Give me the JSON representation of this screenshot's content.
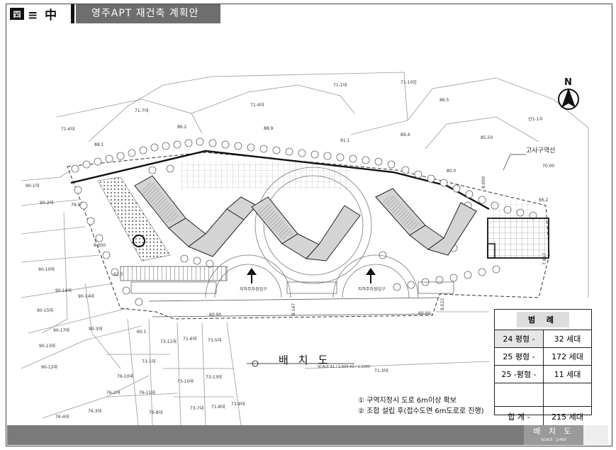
{
  "header": {
    "logo_text": "≡ 中",
    "logo_mark": "四",
    "title": "영주APT  재건축  계획안"
  },
  "plan": {
    "north_label": "N",
    "boundary_label": "고사구역선",
    "layout_title": "배치도",
    "scale_note": "SCALE A1 / 1:500 A3 / 1:1000",
    "lot_labels": [
      "71-1대",
      "71-7대",
      "71-4대",
      "71-6대",
      "71-10임",
      "71-3대",
      "90-1대",
      "90-2대",
      "90-10대",
      "90-16대",
      "90-14대",
      "90-15대",
      "90-3대",
      "90-17대",
      "90-12대",
      "90-13대",
      "73-11대",
      "71-6대",
      "73-5대",
      "73-10대",
      "73-13대",
      "73-7대",
      "71-8대",
      "73-9대",
      "76-10대",
      "76-2대",
      "76-11대",
      "76-3대",
      "76-8대",
      "76-4대",
      "73-1대",
      "산1-1수"
    ],
    "elevations": [
      "86.2",
      "88.9",
      "91.1",
      "89.4",
      "85.50",
      "86.5",
      "88.1",
      "80.0",
      "79.8",
      "62.0",
      "60.90",
      "60.00",
      "60.1",
      "66.2",
      "70.00"
    ],
    "road_widths": [
      "8.000",
      "8.147",
      "8.022",
      "7.857",
      "8.000"
    ],
    "parking_labels": [
      "지하주차장입구",
      "지하주차장입구"
    ]
  },
  "legend": {
    "title": "범  례",
    "rows": [
      {
        "type": "24 평형 -",
        "count": "32  세대"
      },
      {
        "type": "25 평형 -",
        "count": "172  세대"
      },
      {
        "type": "25 -평형 -",
        "count": "11  세대"
      }
    ],
    "total_label": "합  계 -",
    "total_count": "215  세대"
  },
  "notes": [
    "① 구역지정시 도로 6m이상 확보",
    "② 조합 설립 후(접수도면 6m도로로 진행)"
  ],
  "footer": {
    "title": "배 치 도",
    "scale": "SCALE : 1/400"
  }
}
